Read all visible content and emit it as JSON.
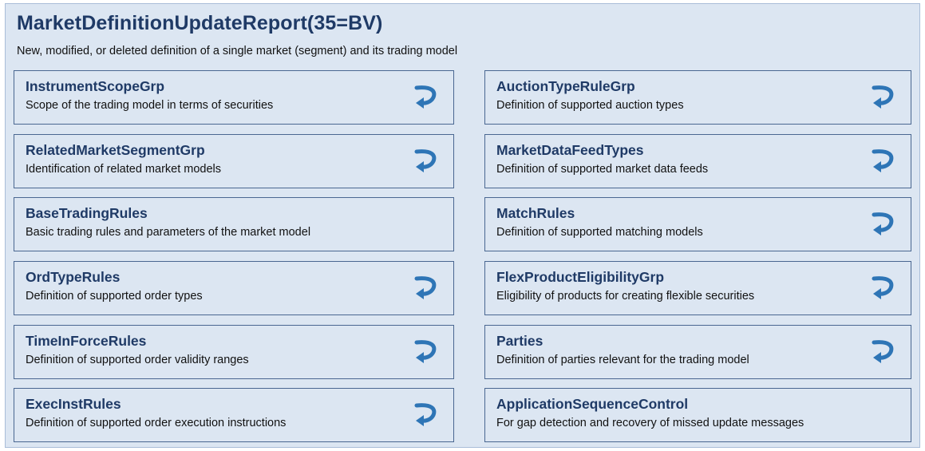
{
  "header": {
    "title": "MarketDefinitionUpdateReport(35=BV)",
    "subtitle": "New, modified, or deleted definition of a single market (segment) and its trading model"
  },
  "colors": {
    "background": "#dce6f2",
    "border": "#4a6791",
    "title_text": "#1f3a66",
    "icon": "#2e75b6"
  },
  "left_column": [
    {
      "title": "InstrumentScopeGrp",
      "desc": "Scope of the trading model in terms of securities",
      "icon": "return-arrow-icon"
    },
    {
      "title": "RelatedMarketSegmentGrp",
      "desc": "Identification of related market models",
      "icon": "return-arrow-icon"
    },
    {
      "title": "BaseTradingRules",
      "desc": "Basic trading rules and parameters of the market model",
      "icon": null
    },
    {
      "title": "OrdTypeRules",
      "desc": "Definition of supported order types",
      "icon": "return-arrow-icon"
    },
    {
      "title": "TimeInForceRules",
      "desc": "Definition of supported order validity ranges",
      "icon": "return-arrow-icon"
    },
    {
      "title": "ExecInstRules",
      "desc": "Definition of supported order execution instructions",
      "icon": "return-arrow-icon"
    }
  ],
  "right_column": [
    {
      "title": "AuctionTypeRuleGrp",
      "desc": "Definition of supported auction types",
      "icon": "return-arrow-icon"
    },
    {
      "title": "MarketDataFeedTypes",
      "desc": "Definition of supported market data feeds",
      "icon": "return-arrow-icon"
    },
    {
      "title": "MatchRules",
      "desc": "Definition of supported matching models",
      "icon": "return-arrow-icon"
    },
    {
      "title": "FlexProductEligibilityGrp",
      "desc": "Eligibility of products for creating flexible securities",
      "icon": "return-arrow-icon"
    },
    {
      "title": "Parties",
      "desc": "Definition of parties relevant for the trading model",
      "icon": "return-arrow-icon"
    },
    {
      "title": "ApplicationSequenceControl",
      "desc": "For gap detection and recovery of missed update messages",
      "icon": null
    }
  ]
}
